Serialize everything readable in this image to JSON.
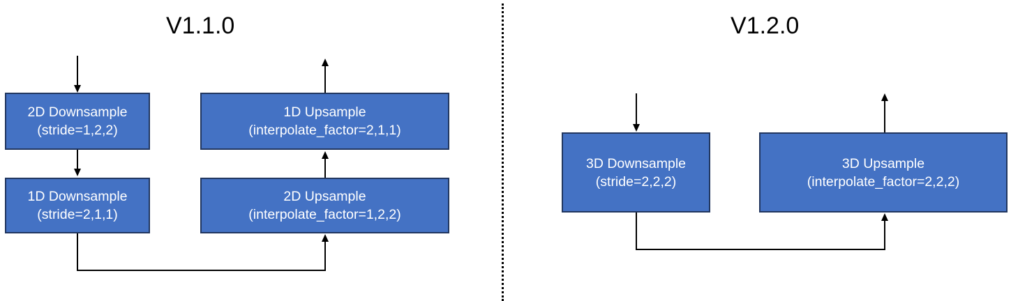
{
  "diagram": {
    "background_color": "#FFFFFF",
    "box_fill_color": "#4472C4",
    "box_border_color": "#21365F",
    "box_text_color": "#FFFFFF",
    "connector_color": "#000000",
    "divider": {
      "style": "vertical-dotted-line",
      "color": "#000000"
    },
    "panels": [
      {
        "title": "V1.1.0",
        "boxes": [
          {
            "name": "2d-downsample",
            "line1": "2D Downsample",
            "line2": "(stride=1,2,2)"
          },
          {
            "name": "1d-downsample",
            "line1": "1D Downsample",
            "line2": "(stride=2,1,1)"
          },
          {
            "name": "1d-upsample",
            "line1": "1D Upsample",
            "line2": "(interpolate_factor=2,1,1)"
          },
          {
            "name": "2d-upsample",
            "line1": "2D Upsample",
            "line2": "(interpolate_factor=1,2,2)"
          }
        ]
      },
      {
        "title": "V1.2.0",
        "boxes": [
          {
            "name": "3d-downsample",
            "line1": "3D Downsample",
            "line2": "(stride=2,2,2)"
          },
          {
            "name": "3d-upsample",
            "line1": "3D Upsample",
            "line2": "(interpolate_factor=2,2,2)"
          }
        ]
      }
    ]
  }
}
